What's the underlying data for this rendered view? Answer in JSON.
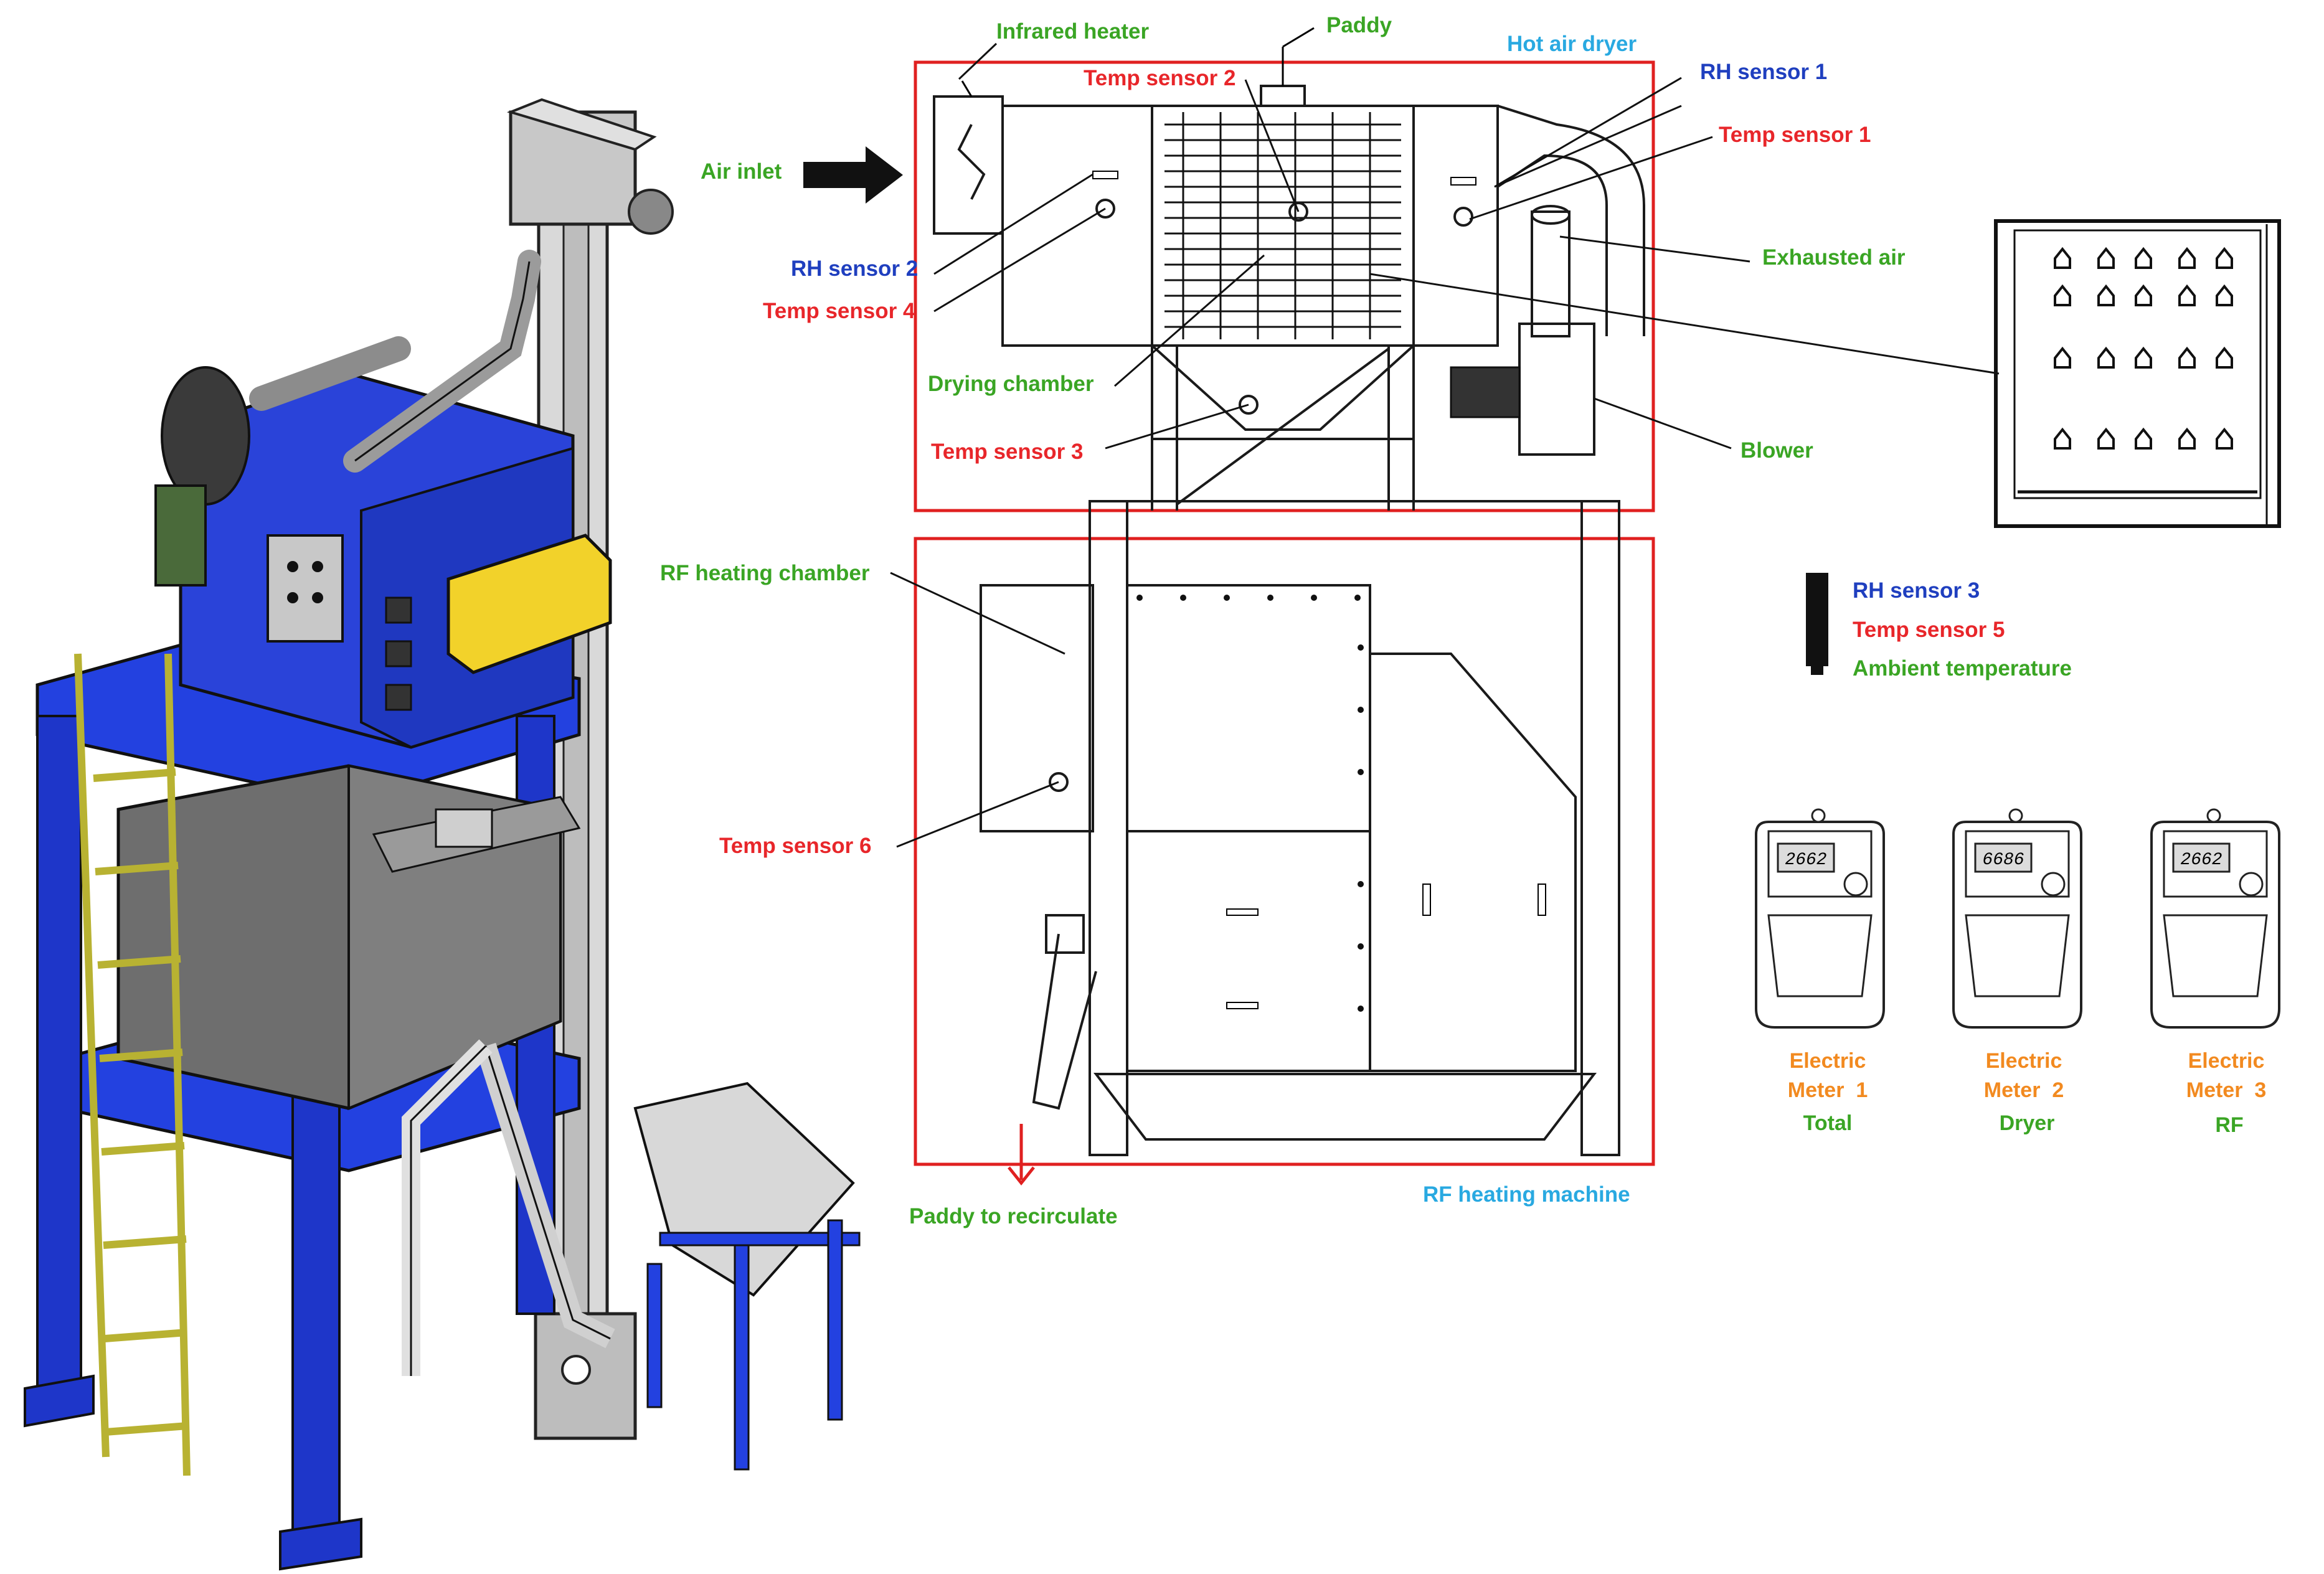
{
  "colors": {
    "red_label": "#e8262a",
    "blue_label": "#1f3fbf",
    "green_label": "#3aa524",
    "cyan_label": "#29a9e1",
    "orange_label": "#f28a20",
    "frame_blue": "#1f3de0",
    "box_red": "#e02020"
  },
  "labels": {
    "infrared_heater": "Infrared heater",
    "paddy": "Paddy",
    "hot_air_dryer": "Hot air dryer",
    "rh_sensor_1": "RH sensor 1",
    "temp_sensor_2": "Temp sensor 2",
    "temp_sensor_1": "Temp sensor 1",
    "air_inlet": "Air inlet",
    "rh_sensor_2": "RH sensor 2",
    "temp_sensor_4": "Temp sensor 4",
    "exhausted_air": "Exhausted air",
    "drying_chamber": "Drying chamber",
    "temp_sensor_3": "Temp sensor 3",
    "blower": "Blower",
    "rf_heating_chamber": "RF heating chamber",
    "rh_sensor_3": "RH sensor 3",
    "temp_sensor_5": "Temp sensor 5",
    "ambient_temperature": "Ambient temperature",
    "temp_sensor_6": "Temp sensor 6",
    "paddy_to_recirculate": "Paddy to recirculate",
    "rf_heating_machine": "RF heating machine"
  },
  "meters": [
    {
      "line1": "Electric",
      "line2": "Meter  1",
      "sub": "Total",
      "display": "2662"
    },
    {
      "line1": "Electric",
      "line2": "Meter  2",
      "sub": "Dryer",
      "display": "6686"
    },
    {
      "line1": "Electric",
      "line2": "Meter  3",
      "sub": "RF",
      "display": "2662"
    }
  ],
  "icons": {
    "arrow": "air-inlet-arrow-icon",
    "down_arrow": "recirculate-arrow-icon",
    "sensor": "sensor-probe-icon",
    "meter": "electric-meter-icon"
  }
}
